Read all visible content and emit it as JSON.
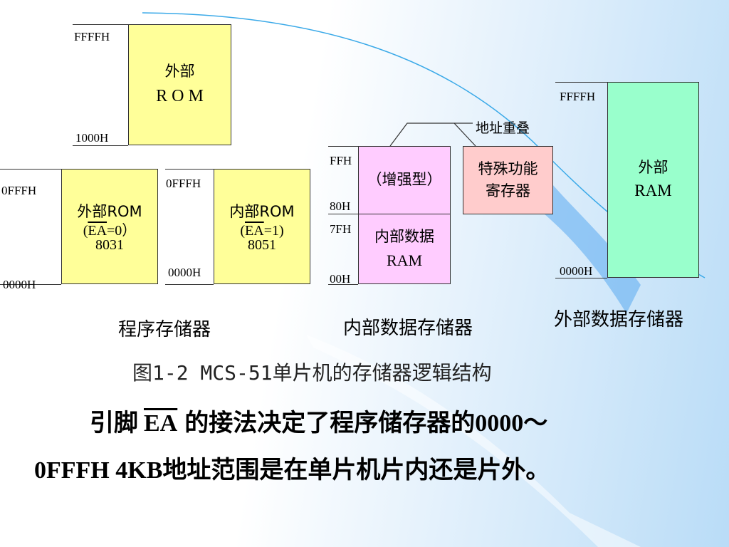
{
  "program_memory": {
    "external_rom": {
      "top_addr": "FFFFH",
      "bottom_addr": "1000H",
      "line1": "外部",
      "line2": "R O M"
    },
    "ext_rom_8031": {
      "top_addr": "0FFFH",
      "bottom_addr": "0000H",
      "line1": "外部ROM",
      "ea_open": "(",
      "ea_text": "EA",
      "ea_close": "=0）",
      "chip": "8031"
    },
    "int_rom_8051": {
      "top_addr": "0FFFH",
      "bottom_addr": "0000H",
      "line1": "内部ROM",
      "ea_open": "(",
      "ea_text": "EA",
      "ea_close": "=1)",
      "chip": "8051"
    },
    "caption": "程序存储器"
  },
  "internal_data_memory": {
    "addr_ffh": "FFH",
    "addr_80h": "80H",
    "addr_7fh": "7FH",
    "addr_00h": "00H",
    "enhanced": "（增强型）",
    "ram_line1": "内部数据",
    "ram_line2": "RAM",
    "sfr_line1": "特殊功能",
    "sfr_line2": "寄存器",
    "overlap_label": "地址重叠",
    "caption": "内部数据存储器"
  },
  "external_data_memory": {
    "top_addr": "FFFFH",
    "bottom_addr": "0000H",
    "line1": "外部",
    "line2": "RAM",
    "caption": "外部数据存储器"
  },
  "figure_caption": "图1-2 MCS-51单片机的存储器逻辑结构",
  "note": {
    "line1_pre": "引脚",
    "ea": "EA",
    "line1_cn": "的接法决定了程序储存器的",
    "line1_num": "0000",
    "line1_tilde": "～",
    "line2_lat": "0FFFH 4KB",
    "line2_cn": "地址范围是在单片机片内还是片外。"
  },
  "colors": {
    "rom": "#ffff99",
    "enhanced_ram": "#ffccff",
    "sfr": "#ffcccc",
    "ext_ram": "#99ffcc"
  }
}
